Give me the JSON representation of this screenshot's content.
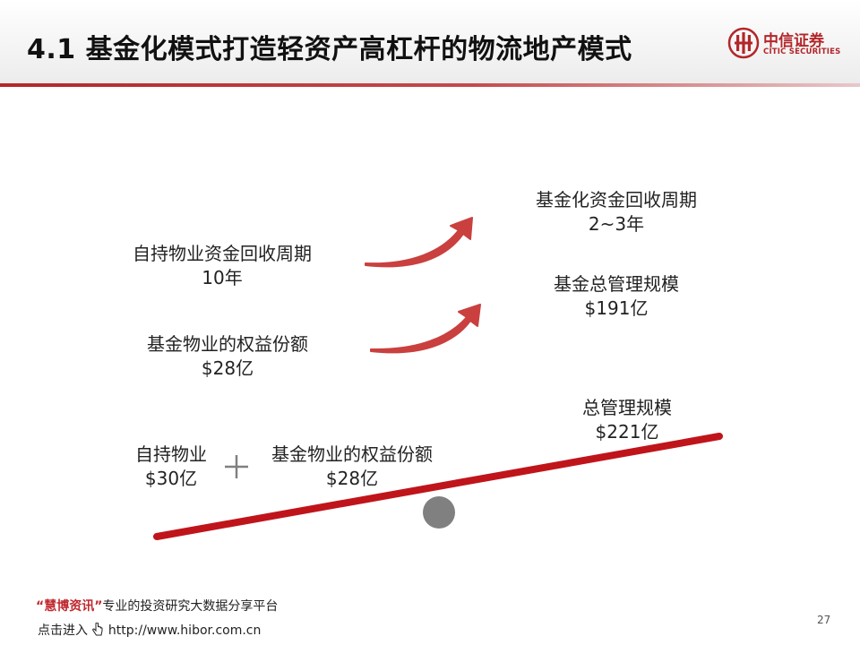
{
  "slide": {
    "title": "4.1 基金化模式打造轻资产高杠杆的物流地产模式",
    "page_number": "27"
  },
  "logo": {
    "cn": "中信证券",
    "en": "CITIC SECURITIES"
  },
  "left": {
    "self_recovery_title": "自持物业资金回收周期",
    "self_recovery_value": "10年",
    "fund_equity_title": "基金物业的权益份额",
    "fund_equity_value": "$28亿"
  },
  "right": {
    "fund_recovery_title": "基金化资金回收周期",
    "fund_recovery_value": "2~3年",
    "fund_total_title": "基金总管理规模",
    "fund_total_value": "$191亿"
  },
  "lever": {
    "self_hold_title": "自持物业",
    "self_hold_value": "$30亿",
    "plus_sign": "+",
    "fund_equity_title": "基金物业的权益份额",
    "fund_equity_value": "$28亿",
    "total_title": "总管理规模",
    "total_value": "$221亿"
  },
  "footer": {
    "open_quote": "“",
    "brand_name": "慧博资讯",
    "close_quote": "”",
    "tagline": "专业的投资研究大数据分享平台",
    "link_prefix": "点击进入",
    "url": "http://www.hibor.com.cn"
  },
  "colors": {
    "accent_red": "#c0272d",
    "arrow_red": "#c9403f",
    "fulcrum_gray": "#808080"
  }
}
